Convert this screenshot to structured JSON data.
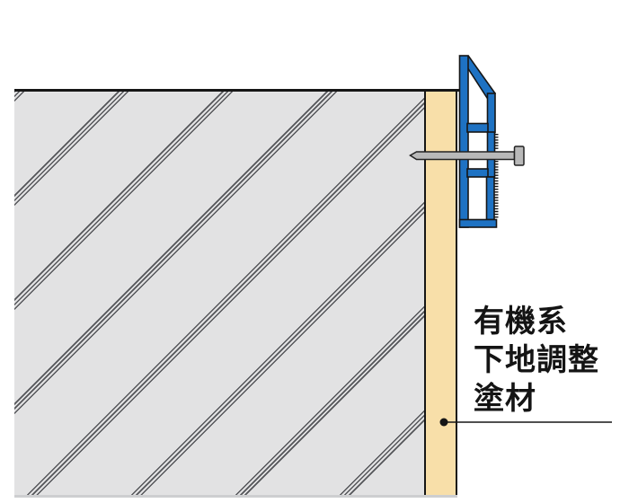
{
  "label": {
    "line1": "有機系",
    "line2": "下地調整",
    "line3": "塗材"
  },
  "colors": {
    "background": "#ffffff",
    "concrete_fill": "#e2e2e3",
    "hatch_line": "#55565a",
    "coating_fill": "#f8dfa9",
    "bracket_blue": "#1e72c3",
    "screw_gray": "#b9b9b9",
    "outline": "#161616",
    "text": "#141414"
  }
}
